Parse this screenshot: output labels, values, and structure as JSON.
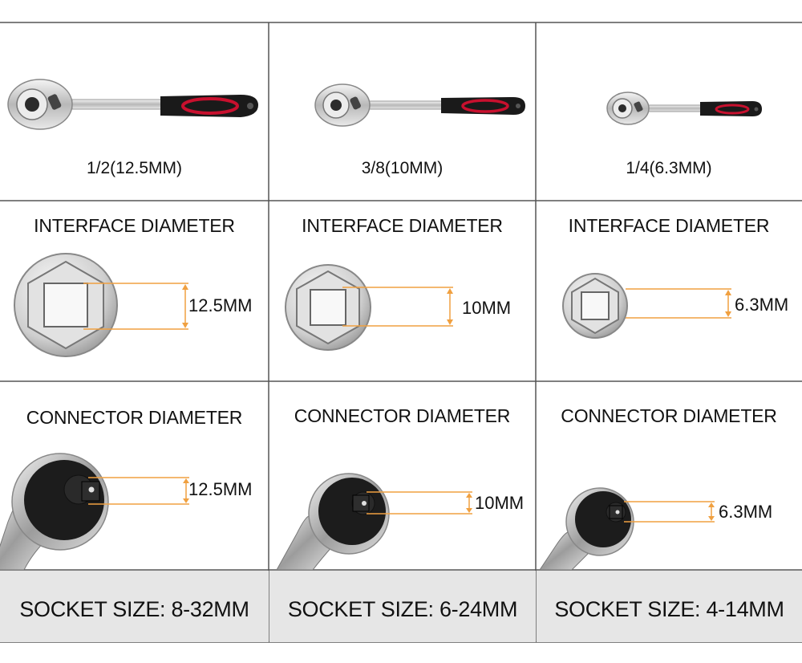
{
  "columns": [
    {
      "drive_size": "1/2(12.5MM)",
      "interface_title": "INTERFACE DIAMETER",
      "interface_value": "12.5MM",
      "connector_title": "CONNECTOR DIAMETER",
      "connector_value": "12.5MM",
      "socket_size": "SOCKET SIZE: 8-32MM"
    },
    {
      "drive_size": "3/8(10MM)",
      "interface_title": "INTERFACE DIAMETER",
      "interface_value": "10MM",
      "connector_title": "CONNECTOR DIAMETER",
      "connector_value": "10MM",
      "socket_size": "SOCKET SIZE: 6-24MM"
    },
    {
      "drive_size": "1/4(6.3MM)",
      "interface_title": "INTERFACE DIAMETER",
      "interface_value": "6.3MM",
      "connector_title": "CONNECTOR DIAMETER",
      "connector_value": "6.3MM",
      "socket_size": "SOCKET SIZE: 4-14MM"
    }
  ],
  "colors": {
    "grid_line": "#555555",
    "dimension_line": "#f0a040",
    "handle_red": "#c8102e",
    "handle_black": "#1a1a1a",
    "footer_bg": "#e6e6e6"
  },
  "icons": [
    "ratchet-wrench-icon",
    "hex-socket-icon",
    "ratchet-head-connector-icon"
  ]
}
